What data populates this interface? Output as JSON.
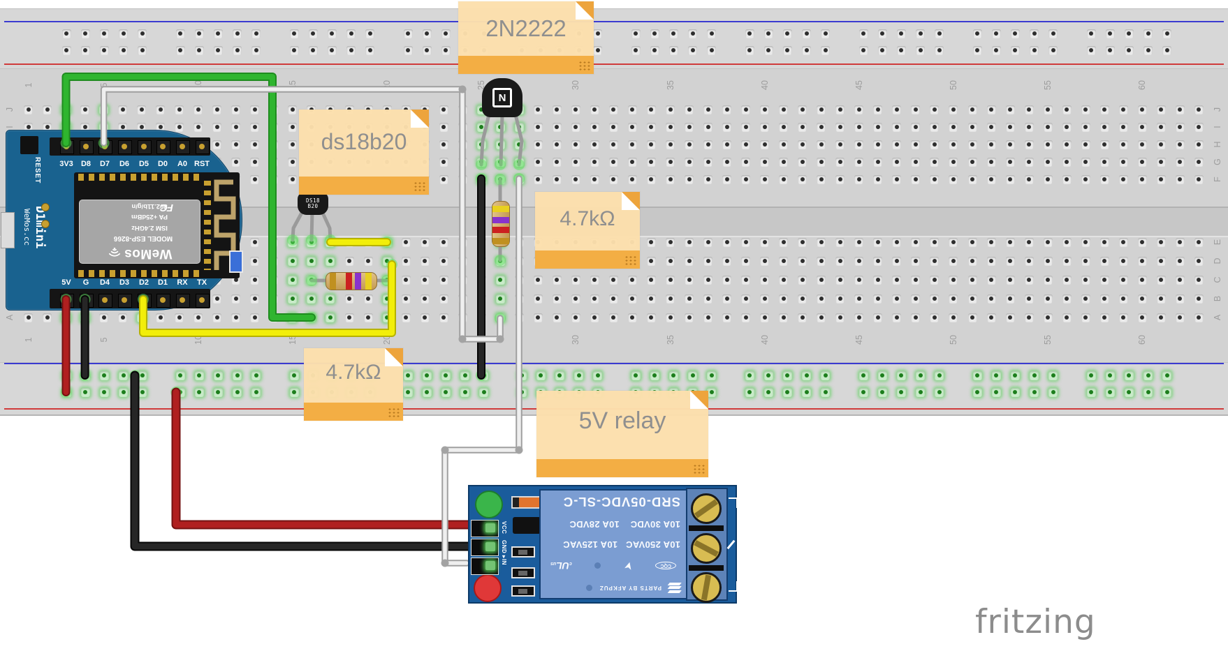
{
  "canvas": {
    "watermark": "fritzing"
  },
  "colors": {
    "wire_green": "#2fb52f",
    "wire_green_dark": "#1f8c1f",
    "wire_yellow": "#f2ee0a",
    "wire_yellow_dark": "#b6b200",
    "wire_red": "#b02020",
    "wire_red_dark": "#741212",
    "wire_black": "#262626",
    "wire_black_dark": "#060606",
    "wire_white": "#efefef",
    "wire_white_dark": "#9f9f9f",
    "lead_gray": "#9a9a9a",
    "rail_blue": "#3b3bd0",
    "rail_red": "#d03b3b",
    "note_bg": "#fcdfae",
    "note_strip": "#f3ae44",
    "d1_pcb": "#19628f",
    "relay_pcb": "#1a5c9c",
    "relay_body": "#7b9dd2",
    "glow_green": "#53c653"
  },
  "breadboard": {
    "column_numbers": [
      1,
      5,
      10,
      15,
      20,
      25,
      30,
      35,
      40,
      45,
      50,
      55,
      60
    ],
    "row_letters_top": [
      "J",
      "I",
      "H",
      "G",
      "F"
    ],
    "row_letters_bottom": [
      "E",
      "D",
      "C",
      "B",
      "A"
    ]
  },
  "notes": [
    {
      "label": "2N2222"
    },
    {
      "label": "ds18b20"
    },
    {
      "label": "4.7kΩ"
    },
    {
      "label": "4.7kΩ"
    },
    {
      "label": "5V relay"
    }
  ],
  "d1_mini": {
    "reset_label": "RESET",
    "board_name": "D1mini",
    "vendor": "WeMos.cc",
    "top_pins": [
      "3V3",
      "D8",
      "D7",
      "D6",
      "D5",
      "D0",
      "A0",
      "RST"
    ],
    "bottom_pins": [
      "5V",
      "G",
      "D4",
      "D3",
      "D2",
      "D1",
      "RX",
      "TX"
    ],
    "module": {
      "brand": "WeMos",
      "fcc": "FC",
      "model": "MODEL ESP-8266",
      "line1": "ISM 2.4GHz",
      "line2": "PA +25dBm",
      "line3": "802.11b/g/n"
    }
  },
  "ds18b20": {
    "marking_top": "DS18",
    "marking_bottom": "B20"
  },
  "transistor": {
    "marking": "N"
  },
  "relay": {
    "pins": [
      "VCC",
      "GND",
      "IN"
    ],
    "model": "SRD-05VDC-SL-C",
    "rating_ac": "10A 250VAC   10A 125VAC",
    "rating_dc": "10A 30VDC    10A 28VDC",
    "maker": "PARTS BY AFKPUZ",
    "ul_prefix": "c",
    "ul": "UL",
    "ul_suffix": "us",
    "cqc": "CQC"
  }
}
